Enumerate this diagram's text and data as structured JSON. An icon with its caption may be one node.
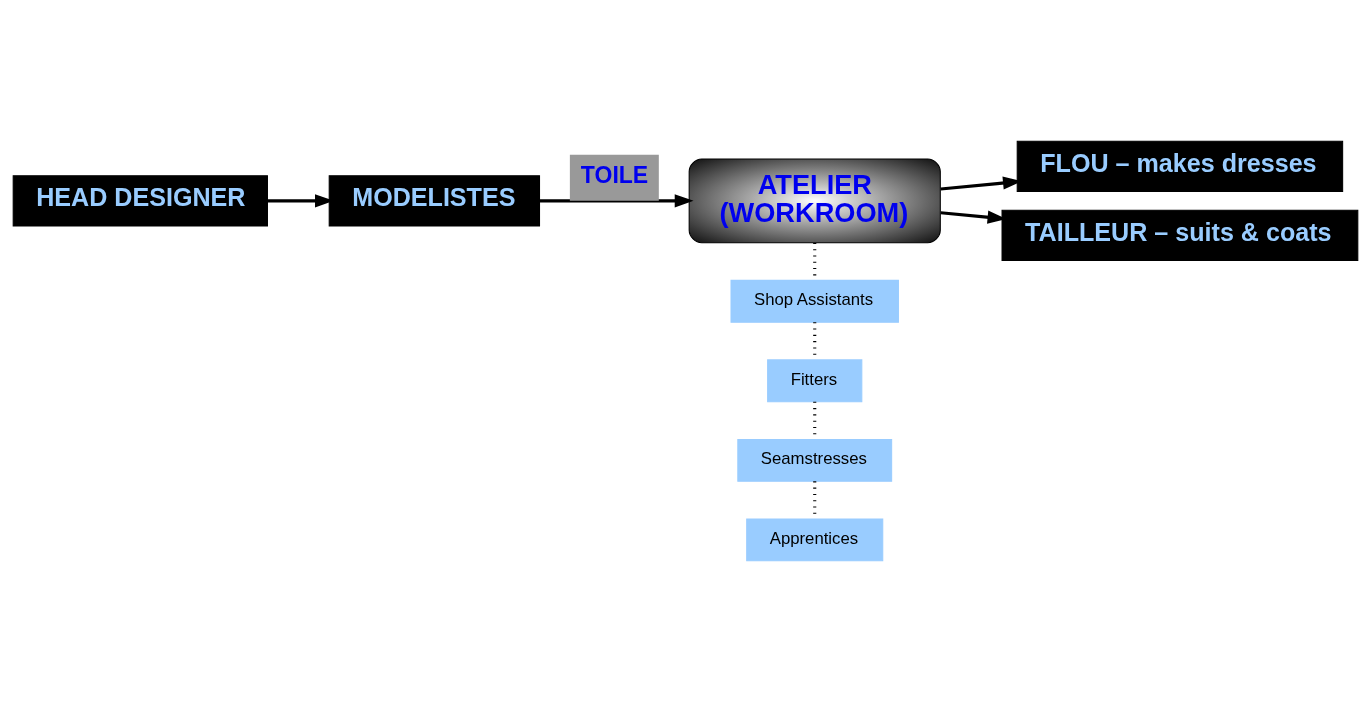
{
  "diagram": {
    "nodes": [
      {
        "text": [
          "HEAD DESIGNER"
        ]
      },
      {
        "text": [
          "MODELISTES"
        ]
      },
      {
        "text": [
          "ATELIER",
          "(WORKROOM)"
        ]
      },
      {
        "text": [
          "FLOU – makes dresses"
        ]
      },
      {
        "text": [
          "TAILLEUR – suits & coats"
        ]
      },
      {
        "text": [
          "Shop Assistants"
        ]
      },
      {
        "text": [
          "Fitters"
        ]
      },
      {
        "text": [
          "Seamstresses"
        ]
      },
      {
        "text": [
          "Apprentices"
        ]
      }
    ],
    "edges": [
      {
        "from": 0,
        "to": 1,
        "arrow": "to"
      },
      {
        "from": 1,
        "to": 2,
        "arrow": "to",
        "label": "TOILE"
      },
      {
        "from": 2,
        "to": 3,
        "arrow": "to"
      },
      {
        "from": 2,
        "to": 4,
        "arrow": "to"
      },
      {
        "from": 2,
        "to": 5,
        "arrow": "none",
        "style": "dashed"
      },
      {
        "from": 5,
        "to": 6,
        "arrow": "none",
        "style": "dashed"
      },
      {
        "from": 6,
        "to": 7,
        "arrow": "none",
        "style": "dashed"
      },
      {
        "from": 7,
        "to": 8,
        "arrow": "none",
        "style": "dashed"
      }
    ]
  }
}
